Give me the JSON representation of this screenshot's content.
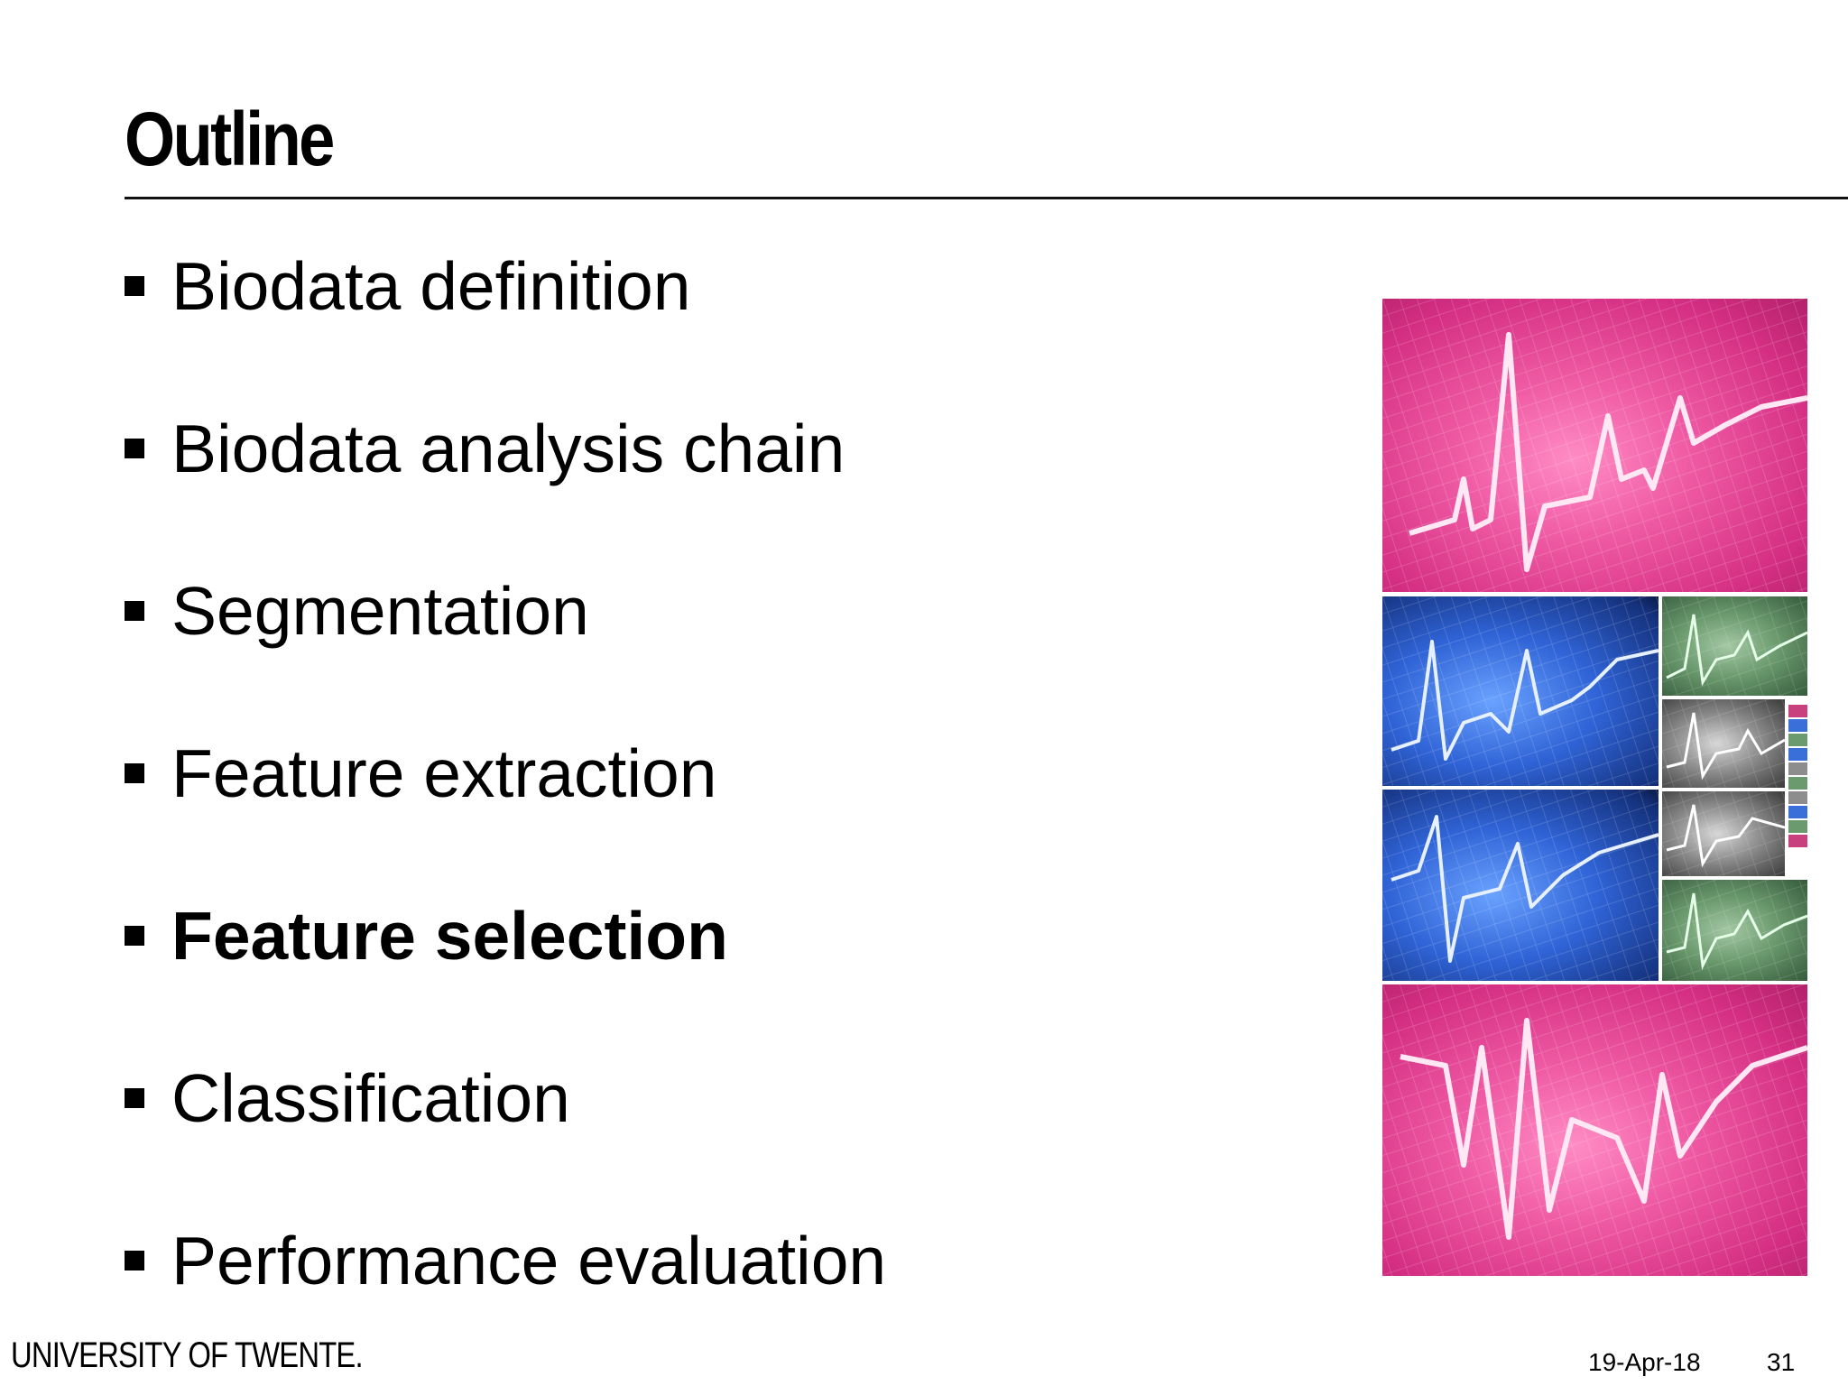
{
  "slide": {
    "title": "Outline",
    "bullets": [
      {
        "text": "Biodata definition",
        "bold": false
      },
      {
        "text": "Biodata analysis chain",
        "bold": false
      },
      {
        "text": "Segmentation",
        "bold": false
      },
      {
        "text": "Feature extraction",
        "bold": false
      },
      {
        "text": "Feature selection",
        "bold": true
      },
      {
        "text": "Classification",
        "bold": false
      },
      {
        "text": "Performance evaluation",
        "bold": false
      }
    ]
  },
  "image": {
    "description_icon": "ecg-heartbeat-collage",
    "colors": {
      "pink": "#d52f83",
      "blue": "#2f63d6",
      "green": "#6b9a6e",
      "gray": "#8d8d8d"
    }
  },
  "footer": {
    "logo": "UNIVERSITY OF TWENTE.",
    "date": "19-Apr-18",
    "page_number": "31"
  }
}
